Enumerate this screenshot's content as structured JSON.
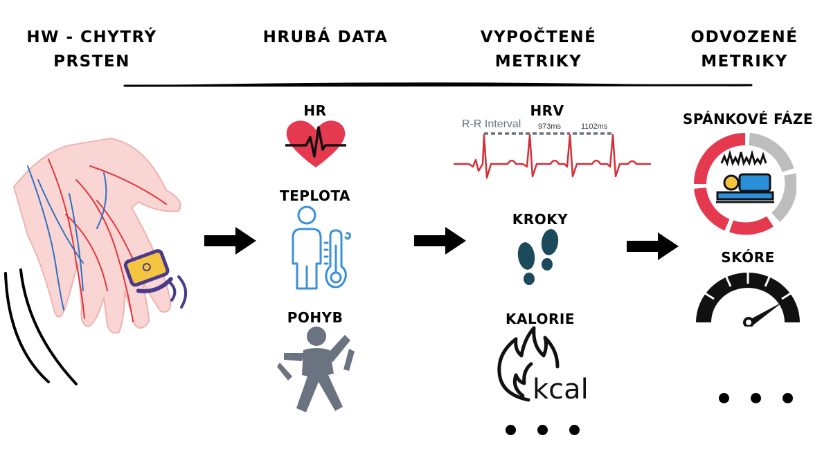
{
  "columns": {
    "hardware": {
      "title_line1": "HW - CHYTRÝ",
      "title_line2": "PRSTEN"
    },
    "raw_data": {
      "title": "HRUBÁ DATA",
      "items": [
        {
          "label": "HR"
        },
        {
          "label": "TEPLOTA"
        },
        {
          "label": "POHYB"
        }
      ]
    },
    "computed": {
      "title_line1": "VYPOČTENÉ",
      "title_line2": "METRIKY",
      "items": [
        {
          "label": "HRV"
        },
        {
          "label": "KROKY"
        },
        {
          "label": "KALORIE"
        }
      ],
      "hrv_chart": {
        "interval_label": "R-R Interval",
        "interval_1": "973ms",
        "interval_2": "1102ms"
      },
      "calorie_unit": "kcal"
    },
    "derived": {
      "title_line1": "ODVOZENÉ",
      "title_line2": "METRIKY",
      "items": [
        {
          "label": "SPÁNKOVÉ FÁZE"
        },
        {
          "label": "SKÓRE"
        }
      ]
    }
  },
  "icons": [
    "hand-with-ring-icon",
    "heart-rate-icon",
    "person-thermometer-icon",
    "moving-person-icon",
    "ecg-wave-icon",
    "footprints-icon",
    "flame-icon",
    "sleep-phases-icon",
    "speedometer-icon",
    "arrow-right-icon"
  ],
  "colors": {
    "red": "#e53950",
    "blue": "#3a8fd8",
    "purple": "#4a3a8c",
    "gray": "#6b7280"
  }
}
